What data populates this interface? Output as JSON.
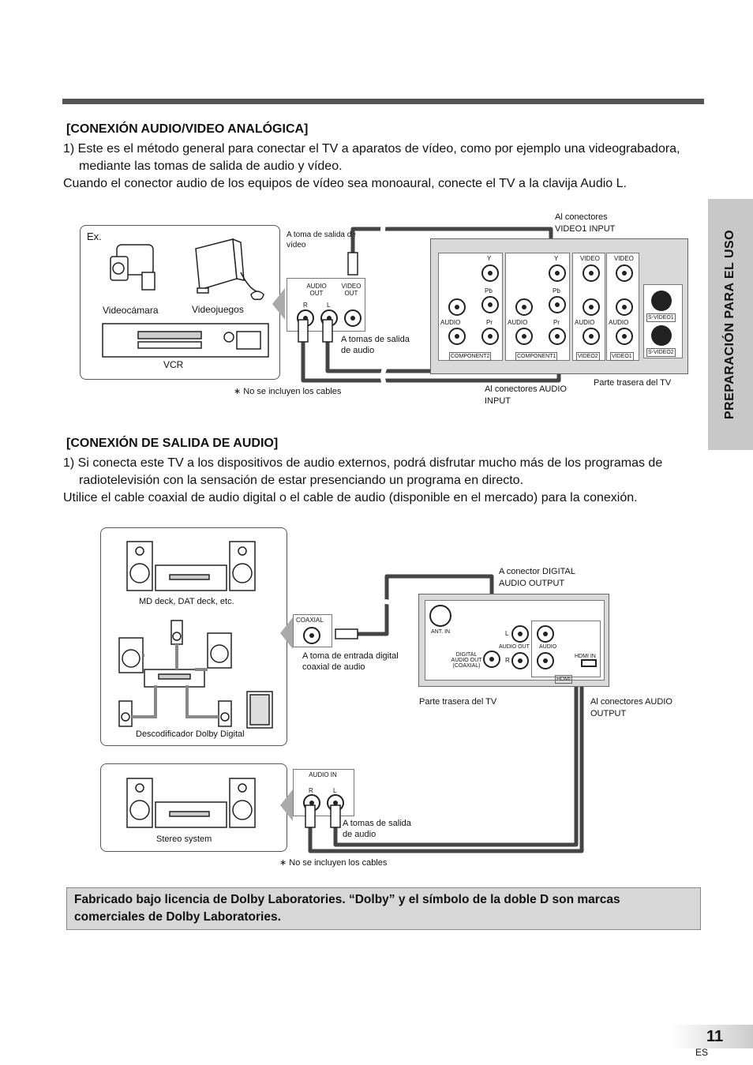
{
  "side_tab": "PREPARACIÓN PARA EL USO",
  "section1": {
    "heading": "[CONEXIÓN AUDIO/VIDEO ANALÓGICA]",
    "line1": "1) Este es el método general para conectar el TV a aparatos de vídeo, como por ejemplo una videograbadora,",
    "line2": "mediante las tomas de salida de audio y vídeo.",
    "line3": "Cuando el conector audio de los equipos de vídeo sea monoaural, conecte el TV a la clavija Audio L."
  },
  "diagram1": {
    "ex": "Ex.",
    "videocamara": "Videocámara",
    "videojuegos": "Videojuegos",
    "vcr": "VCR",
    "toma_video": "A toma de salida de vídeo",
    "audio_out": "AUDIO OUT",
    "video_out": "VIDEO OUT",
    "r": "R",
    "l": "L",
    "tomas_audio": "A tomas de salida de audio",
    "no_cables": "No se incluyen los cables",
    "asterisk": "∗",
    "al_video1": "Al conectores VIDEO1 INPUT",
    "al_audio_input": "Al conectores AUDIO INPUT",
    "parte_trasera": "Parte trasera del TV",
    "y": "Y",
    "pb": "Pb",
    "pr": "Pr",
    "audio": "AUDIO",
    "video": "VIDEO",
    "component2": "COMPONENT2",
    "component1": "COMPONENT1",
    "video2": "VIDEO2",
    "video1": "VIDEO1",
    "svideo1": "S-VIDEO1",
    "svideo2": "S-VIDEO2"
  },
  "section2": {
    "heading": "[CONEXIÓN DE SALIDA DE AUDIO]",
    "line1": "1) Si conecta este TV a los dispositivos de audio externos, podrá disfrutar mucho más de los programas de",
    "line2": "radiotelevisión con la sensación de estar presenciando un programa en directo.",
    "line3": "Utilice el cable coaxial de audio digital o el cable de audio (disponible en el mercado) para la conexión."
  },
  "diagram2": {
    "md_deck": "MD deck, DAT deck, etc.",
    "dolby": "Descodificador Dolby Digital",
    "stereo": "Stereo system",
    "coaxial": "COAXIAL",
    "toma_coaxial": "A toma de entrada digital coaxial de audio",
    "a_conector_digital": "A conector DIGITAL AUDIO OUTPUT",
    "ant_in": "ANT. IN",
    "digital_audio_out": "DIGITAL AUDIO OUT (COAXIAL)",
    "audio_out": "AUDIO OUT",
    "audio": "AUDIO",
    "hdmi": "HDMI",
    "hdmi_in": "HDMI IN",
    "l": "L",
    "r": "R",
    "parte_trasera": "Parte trasera del TV",
    "al_audio_output": "Al conectores AUDIO OUTPUT",
    "audio_in": "AUDIO IN",
    "tomas_audio": "A tomas de salida de audio",
    "no_cables": "No se incluyen los cables",
    "asterisk": "∗"
  },
  "notice": "Fabricado bajo licencia de Dolby Laboratories. “Dolby” y el símbolo de la doble D son marcas comerciales de Dolby Laboratories.",
  "page_number": "11",
  "lang": "ES"
}
